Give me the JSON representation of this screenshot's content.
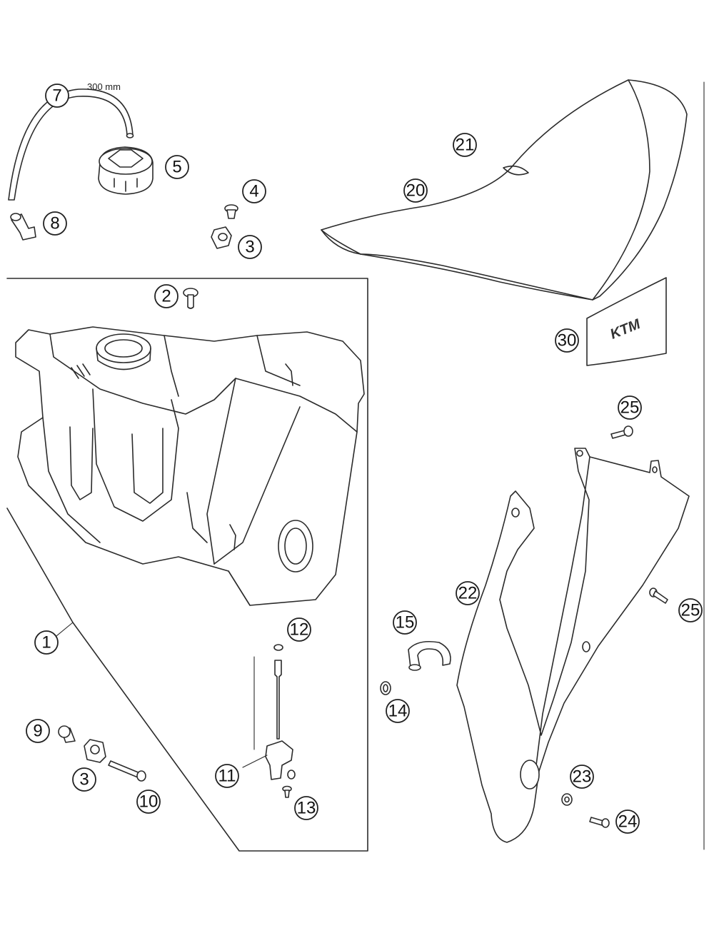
{
  "note": "300 mm",
  "logo": "KTM",
  "callouts": [
    {
      "label": "1"
    },
    {
      "label": "2"
    },
    {
      "label": "3"
    },
    {
      "label": "3"
    },
    {
      "label": "4"
    },
    {
      "label": "5"
    },
    {
      "label": "7"
    },
    {
      "label": "8"
    },
    {
      "label": "9"
    },
    {
      "label": "10"
    },
    {
      "label": "11"
    },
    {
      "label": "12"
    },
    {
      "label": "13"
    },
    {
      "label": "14"
    },
    {
      "label": "15"
    },
    {
      "label": "20"
    },
    {
      "label": "21"
    },
    {
      "label": "22"
    },
    {
      "label": "23"
    },
    {
      "label": "24"
    },
    {
      "label": "25"
    },
    {
      "label": "25"
    },
    {
      "label": "30"
    }
  ]
}
